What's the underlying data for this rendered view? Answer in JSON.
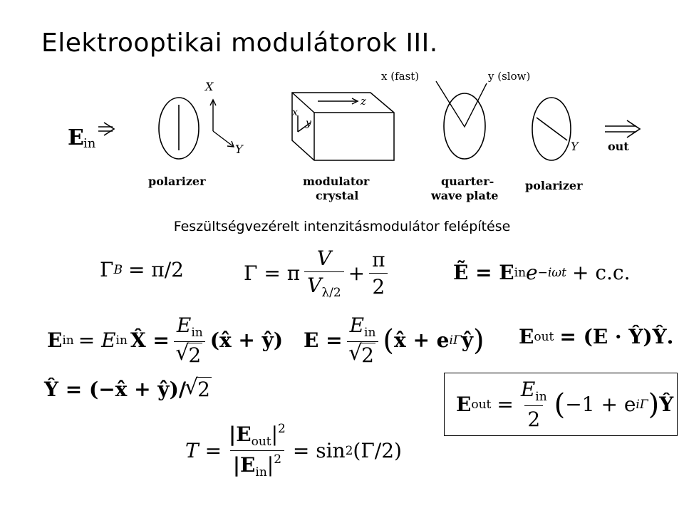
{
  "slide": {
    "title": "Elektrooptikai modulátorok III.",
    "caption": "Feszültségvezérelt intenzitásmodulátor felépítése"
  },
  "diagram": {
    "e_in": "E",
    "e_in_sub": "in",
    "axis_x": "X",
    "axis_y": "Y",
    "polarizer1": "polarizer",
    "crystal_line1": "modulator",
    "crystal_line2": "crystal",
    "crystal_z": "z",
    "crystal_x": "x",
    "crystal_y": "y",
    "fast": "x (fast)",
    "slow": "y (slow)",
    "qwp_line1": "quarter-",
    "qwp_line2": "wave plate",
    "polarizer2": "polarizer",
    "polarizer2_axis": "Y",
    "out": "out"
  },
  "equations": {
    "gamma_b": {
      "lhs": "Γ",
      "sub": "B",
      "rhs": "= π/2"
    },
    "gamma": {
      "lhs": "Γ = π",
      "num": "V",
      "den": "V",
      "den_sub": "λ/2",
      "plus": "+",
      "num2": "π",
      "den2": "2"
    },
    "field": {
      "lhs": "Ẽ = E",
      "sub": "in",
      "e": "e",
      "exp": "−iωt",
      "tail": "+ c.c."
    },
    "ein": {
      "lhs": "E",
      "sub": "in",
      "eq1": "= E",
      "sub2": "in",
      "x": "X̂ =",
      "num": "E",
      "num_sub": "in",
      "den": "2",
      "tail": "(x̂ + ŷ)"
    },
    "e": {
      "lhs": "E =",
      "num": "E",
      "num_sub": "in",
      "den": "2",
      "open": "(",
      "mid": "x̂ + e",
      "exp": "iΓ",
      "y": "ŷ",
      "close": ")"
    },
    "eout1": {
      "lhs": "E",
      "sub": "out",
      "rhs": "= (E · Ŷ)Ŷ."
    },
    "yhat": {
      "lhs": "Ŷ = (−x̂ + ŷ)/",
      "root": "2"
    },
    "eout2": {
      "lhs": "E",
      "sub": "out",
      "eq": "=",
      "num": "E",
      "num_sub": "in",
      "den": "2",
      "open": "(",
      "mid": "−1 + e",
      "exp": "iΓ",
      "close": ")",
      "tail": "Ŷ"
    },
    "t": {
      "lhs": "T =",
      "num_a": "|E",
      "num_sub": "out",
      "num_b": "|",
      "num_exp": "2",
      "den_a": "|E",
      "den_sub": "in",
      "den_b": "|",
      "den_exp": "2",
      "rhs": "= sin",
      "rhs_exp": "2",
      "rhs_tail": "(Γ/2)"
    }
  }
}
